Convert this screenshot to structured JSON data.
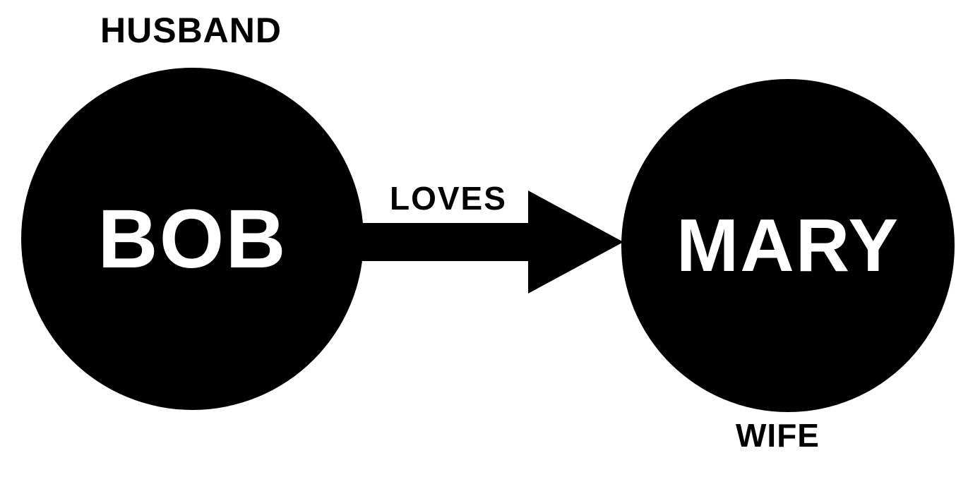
{
  "diagram": {
    "background_color": "#ffffff",
    "node_color": "#000000",
    "node_text_color": "#ffffff",
    "label_text_color": "#000000",
    "nodes": [
      {
        "id": "bob",
        "label": "BOB",
        "role": "HUSBAND",
        "role_position": "top-left",
        "shape": "circle"
      },
      {
        "id": "mary",
        "label": "MARY",
        "role": "WIFE",
        "role_position": "bottom",
        "shape": "circle"
      }
    ],
    "edge": {
      "from": "BOB",
      "to": "MARY",
      "label": "LOVES",
      "direction": "left-to-right",
      "style": "solid-arrow"
    }
  }
}
